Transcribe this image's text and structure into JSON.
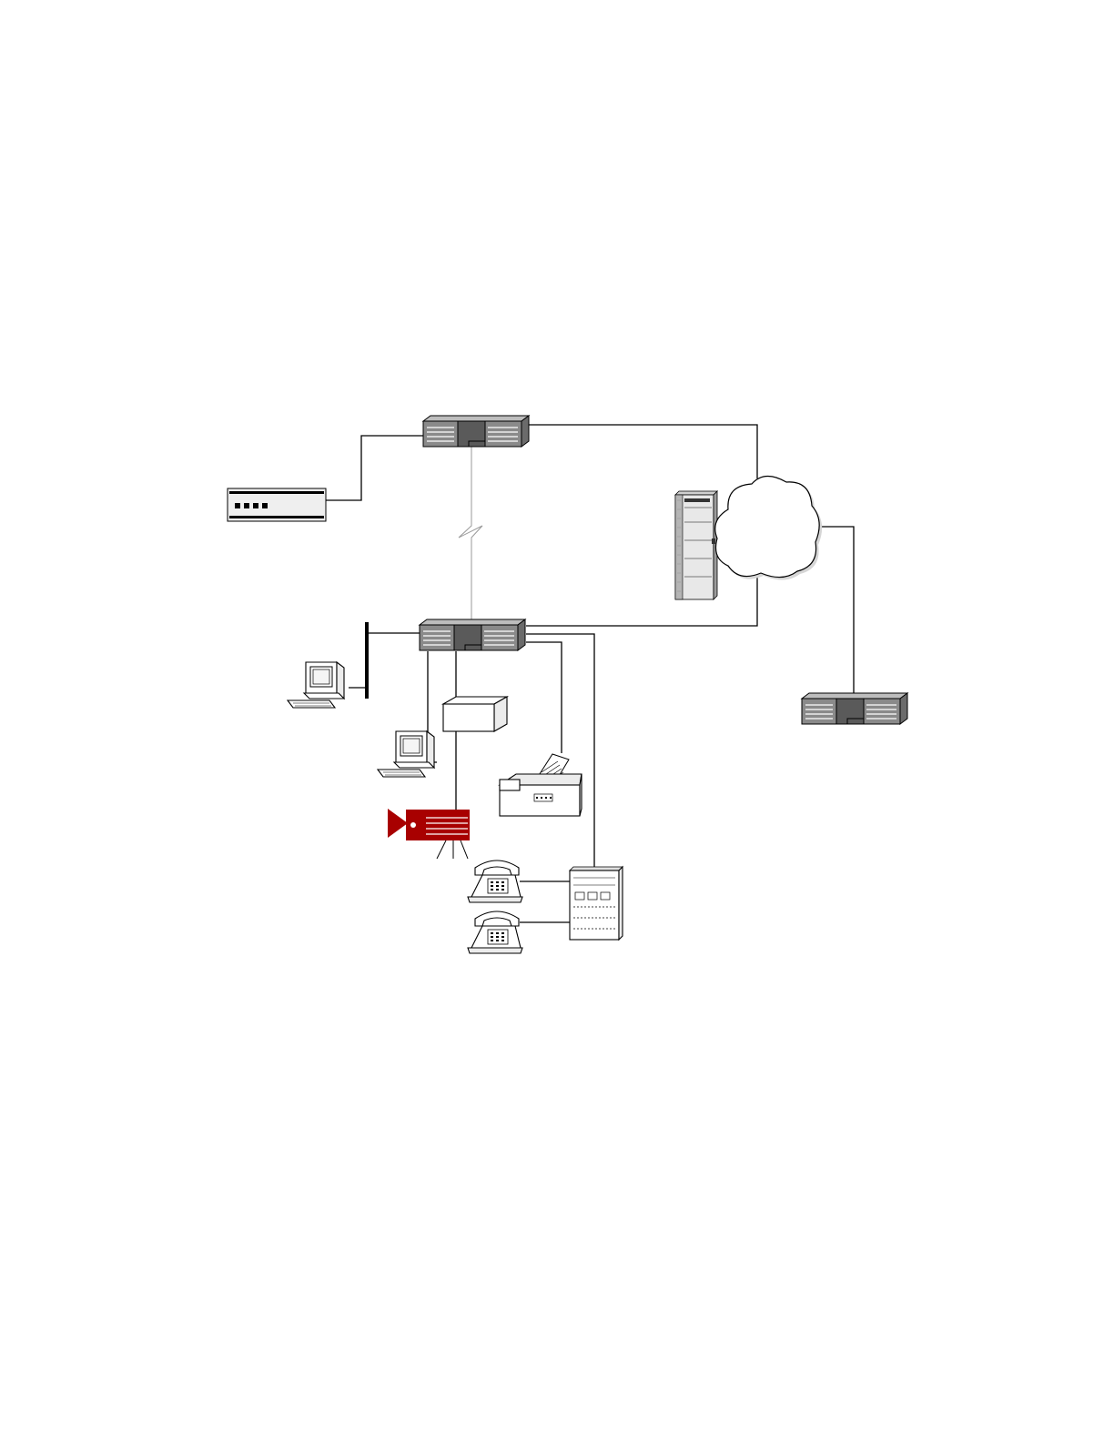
{
  "diagram": {
    "nodes": [
      {
        "id": "router-top",
        "icon": "router-icon"
      },
      {
        "id": "modem",
        "icon": "modem-icon"
      },
      {
        "id": "router-center",
        "icon": "router-icon"
      },
      {
        "id": "router-right",
        "icon": "router-icon"
      },
      {
        "id": "network-cloud",
        "icon": "cloud-icon"
      },
      {
        "id": "tower-server",
        "icon": "server-tower-icon"
      },
      {
        "id": "workstation-left",
        "icon": "computer-icon"
      },
      {
        "id": "workstation-center",
        "icon": "computer-icon"
      },
      {
        "id": "appliance-box",
        "icon": "box-icon"
      },
      {
        "id": "printer",
        "icon": "printer-icon"
      },
      {
        "id": "video-camera",
        "icon": "video-camera-icon",
        "color": "#a80000"
      },
      {
        "id": "telephone-1",
        "icon": "telephone-icon"
      },
      {
        "id": "telephone-2",
        "icon": "telephone-icon"
      },
      {
        "id": "pbx-cabinet",
        "icon": "pbx-cabinet-icon"
      },
      {
        "id": "lan-bus",
        "icon": "ethernet-bus-icon"
      }
    ],
    "links": [
      {
        "from": "router-top",
        "to": "modem",
        "style": "solid"
      },
      {
        "from": "router-top",
        "to": "network-cloud",
        "style": "solid"
      },
      {
        "from": "router-top",
        "to": "router-center",
        "style": "serial-zigzag"
      },
      {
        "from": "router-center",
        "to": "network-cloud",
        "style": "solid"
      },
      {
        "from": "network-cloud",
        "to": "router-right",
        "style": "solid"
      },
      {
        "from": "router-center",
        "to": "lan-bus",
        "style": "solid"
      },
      {
        "from": "lan-bus",
        "to": "workstation-left",
        "style": "solid"
      },
      {
        "from": "router-center",
        "to": "workstation-center",
        "style": "solid"
      },
      {
        "from": "router-center",
        "to": "appliance-box",
        "style": "solid"
      },
      {
        "from": "appliance-box",
        "to": "video-camera",
        "style": "solid"
      },
      {
        "from": "router-center",
        "to": "printer",
        "style": "solid"
      },
      {
        "from": "router-center",
        "to": "pbx-cabinet",
        "style": "solid"
      },
      {
        "from": "pbx-cabinet",
        "to": "telephone-1",
        "style": "solid"
      },
      {
        "from": "pbx-cabinet",
        "to": "telephone-2",
        "style": "solid"
      }
    ],
    "colors": {
      "device_grey": "#6b6b6b",
      "camera_red": "#a80000",
      "line": "#000000",
      "serial_line": "#9a9a9a"
    }
  }
}
